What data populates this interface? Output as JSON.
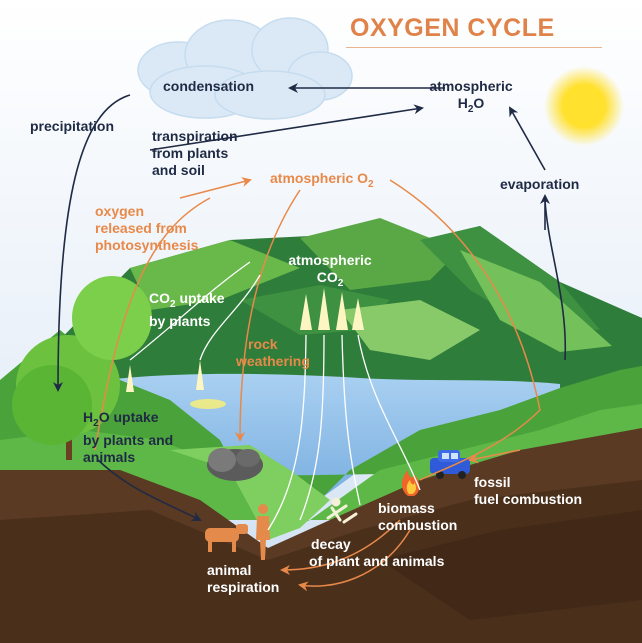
{
  "title": "OXYGEN CYCLE",
  "labels": {
    "condensation": "condensation",
    "atmospheric_h2o_1": "atmospheric",
    "atmospheric_h2o_2": "H",
    "atmospheric_h2o_sub": "2",
    "atmospheric_h2o_3": "O",
    "precipitation": "precipitation",
    "transpiration_1": "transpiration",
    "transpiration_2": "from plants",
    "transpiration_3": "and soil",
    "atmospheric_o2_1": "atmospheric O",
    "atmospheric_o2_sub": "2",
    "evaporation": "evaporation",
    "oxygen_released_1": "oxygen",
    "oxygen_released_2": "released from",
    "oxygen_released_3": "photosynthesis",
    "atmospheric_co2_1": "atmospheric",
    "atmospheric_co2_2": "CO",
    "atmospheric_co2_sub": "2",
    "co2_uptake_1": "CO",
    "co2_uptake_sub": "2",
    "co2_uptake_2": " uptake",
    "co2_uptake_3": "by plants",
    "rock_weathering_1": "rock",
    "rock_weathering_2": "weathering",
    "h2o_uptake_1": "H",
    "h2o_uptake_sub": "2",
    "h2o_uptake_2": "O uptake",
    "h2o_uptake_3": "by plants and",
    "h2o_uptake_4": "animals",
    "fossil_1": "fossil",
    "fossil_2": "fuel combustion",
    "biomass_1": "biomass",
    "biomass_2": "combustion",
    "decay_1": "decay",
    "decay_2": "of plant and animals",
    "animal_resp_1": "animal",
    "animal_resp_2": "respiration"
  },
  "colors": {
    "title": "#e0834a",
    "dark_text": "#1f2a44",
    "orange_text": "#e8894a",
    "sky": "#dfeaf6",
    "lake": "#8fbde8",
    "grass": "#4fa63a",
    "soil": "#5a3a22",
    "sun": "#ffe44d"
  },
  "icons": [
    "sun-icon",
    "cloud-icon",
    "tree-icon",
    "rock-icon",
    "car-icon",
    "fire-icon",
    "cow-icon",
    "person-icon",
    "skeleton-icon"
  ]
}
